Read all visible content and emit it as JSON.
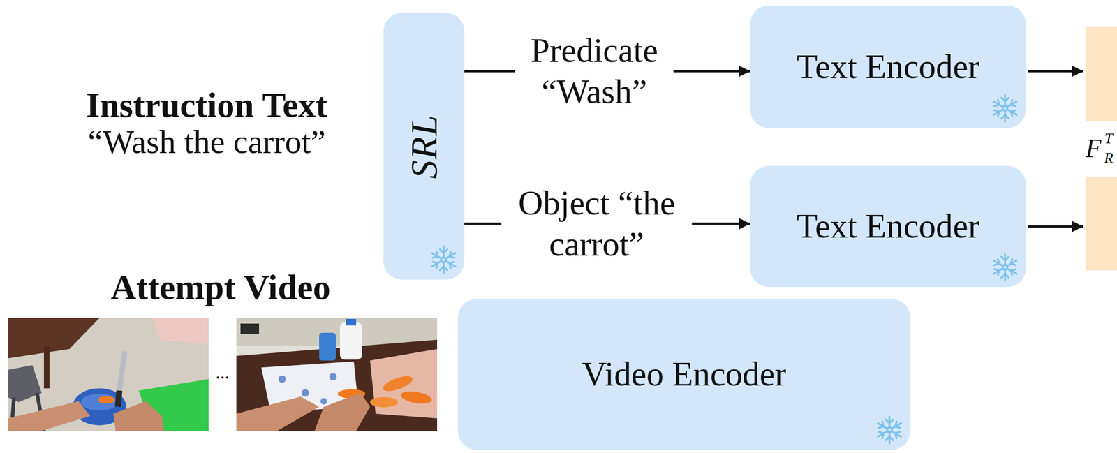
{
  "diagram": {
    "nodes": [
      {
        "text": [
          "SRL"
        ]
      },
      {
        "text": [
          "Text Encoder"
        ]
      },
      {
        "text": [
          "Text Encoder"
        ]
      },
      {
        "text": [
          "Video Encoder"
        ]
      }
    ],
    "edges": [
      {
        "from": 0,
        "to": 1,
        "arrow": "to",
        "label": "Predicate “Wash”"
      },
      {
        "from": 0,
        "to": 2,
        "arrow": "to",
        "label": "Object “the carrot”"
      }
    ],
    "labels": [
      "Instruction Text",
      "“Wash the carrot”",
      "Attempt Video",
      "...",
      "F",
      "R",
      "T"
    ]
  }
}
